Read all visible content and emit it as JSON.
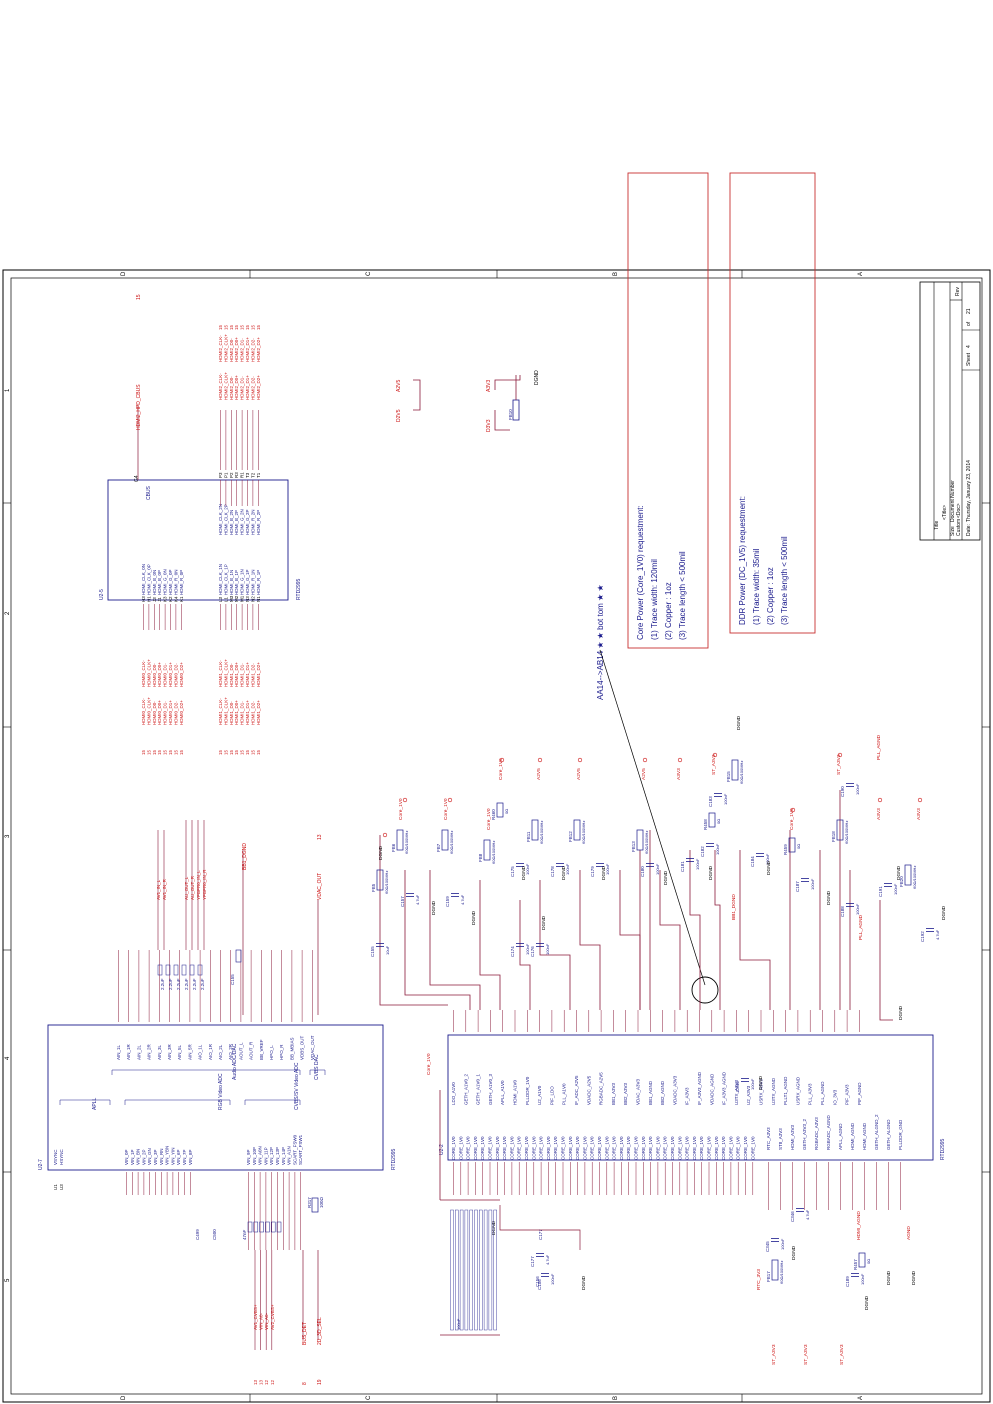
{
  "colors": {
    "frame": "#000000",
    "chip": "#1a1a8c",
    "net": "#cc1010",
    "wire": "#8b1a3a",
    "comp": "#1a1a8c",
    "note": "#c83030",
    "text": "#1a1a8c"
  },
  "border": {
    "zones_top": [
      "D",
      "C",
      "B",
      "A"
    ],
    "zones_bottom": [
      "D",
      "C",
      "B",
      "A"
    ],
    "zones_side": [
      "1",
      "2",
      "3",
      "4",
      "5"
    ]
  },
  "title_block": {
    "title_label": "Title",
    "title_value": "<Title>",
    "size_label": "Size",
    "size_value": "Custom",
    "docnum_label": "Document Number",
    "docnum_value": "<Doc>",
    "rev_label": "Rev",
    "date_label": "Date:",
    "date_value": "Thursday, January 23, 2014",
    "sheet_label": "Sheet",
    "sheet_num": "4",
    "of_label": "of",
    "sheet_total": "21"
  },
  "notes": {
    "core": {
      "heading": "Core Power (Core_1V0) requestment:",
      "items": [
        "(1) Trace width: 120mil",
        "(2) Copper : 1oz",
        "(3) Trace length < 500mil"
      ]
    },
    "ddr": {
      "heading": "DDR Power (DC_1V5) requestment:",
      "items": [
        "(1) Trace width: 35mil",
        "(2) Copper : 1oz",
        "(3) Trace length < 500mil"
      ]
    },
    "arrow": "AA14-->AB14 ★ ★ bot tom ★ ★"
  },
  "chips": {
    "u2_5": {
      "ref": "U2-5",
      "part": "RTD2995",
      "cbus_pin": "CBUS",
      "cbus_num": "G4",
      "left_pins": [
        "HDMI_CLK_0N",
        "HDMI_CLK_0P",
        "HDMI_B_0N",
        "HDMI_B_0P",
        "HDMI_G_0N",
        "HDMI_G_0P",
        "HDMI_R_0N",
        "HDMI_R_0P"
      ],
      "left_nums": [
        "H3",
        "H1",
        "J3",
        "J1",
        "K3",
        "K2",
        "K4",
        "K1"
      ],
      "left2_pins": [
        "HDMI_CLK_1N",
        "HDMI_CLK_1P",
        "HDMI_B_1N",
        "HDMI_B_1P",
        "HDMI_G_1N",
        "HDMI_G_1P",
        "HDMI_R_1N",
        "HDMI_R_1P"
      ],
      "left2_nums": [
        "L3",
        "L1",
        "M3",
        "M2",
        "M1",
        "N3",
        "N2",
        "N1"
      ],
      "right_pins": [
        "HDMI_CLK_2N",
        "HDMI_CLK_2P",
        "HDMI_B_2N",
        "HDMI_B_2P",
        "HDMI_G_2N",
        "HDMI_G_2P",
        "HDMI_R_2N",
        "HDMI_R_2P"
      ],
      "right_nums": [
        "P3",
        "P1",
        "P2",
        "R3",
        "R1",
        "T3",
        "T2",
        "T1"
      ]
    },
    "u2_7": {
      "ref": "U2-7",
      "part": "RTD2995",
      "group_apll": "APLL",
      "group_rgb": "RGB Video ADC",
      "group_cvbs": "CVBS/SV Video ADC",
      "group_audio": "Audio ADC/DAC",
      "group_cvbs_dac": "CVBS DAC",
      "sync_pins": [
        "VSYNC",
        "HSYNC"
      ],
      "sync_nums": [
        "U1",
        "U3"
      ],
      "vin_pins": [
        "VIN_0P",
        "VIN_1P",
        "VIN_BN",
        "VIN_2P",
        "VIN_GN",
        "VIN_3P",
        "VIN_RN",
        "VIN_YBN",
        "VIN_YIN",
        "VIN_6P",
        "VIN_7P",
        "VIN_8P"
      ],
      "cvbs_pins": [
        "VIN_9P",
        "VIN_10P",
        "VIN_A0N",
        "VIN_11P",
        "VIN_12P",
        "VIN_13P",
        "VIN_14P",
        "VIN_A1N",
        "SCART_FSW0",
        "SCART_FSW1"
      ],
      "audio_pins": [
        "AIN_1L",
        "AIN_1R",
        "AIN_2L",
        "AIN_2R",
        "AIN_3L",
        "AIN_3R",
        "AIN_5L",
        "AIN_5R",
        "AIO_1L",
        "AIO_1R",
        "AIO_2L",
        "AIO_2R",
        "AOUT_L",
        "AOUT_R",
        "BB_VREF",
        "HPO_L",
        "HPO_R",
        "BB_MBIAS",
        "VDBS_OUT",
        "VDAC_OUT"
      ]
    },
    "u2_2": {
      "ref": "U2-2",
      "part": "RTD2995",
      "top_pins": [
        "LDO_A1V0",
        "GETH_A1V0_2",
        "GETH_A1V0_1",
        "GETH_A1V0_3",
        "APLL_A1V0",
        "HDMI_A1V0",
        "PLLDDR_1V0",
        "U2_A1V0",
        "PIF_LDO",
        "PLL_A1V0",
        "IF_ADC_A2V5",
        "VDADC_A2V5",
        "RGBADC_A2V5",
        "BB1_A3V3",
        "BB2_A3V3",
        "VDAC_A3V3",
        "BB1_AGND",
        "BB2_AGND",
        "VDADC_A3V3",
        "IF_A3V3",
        "IF_A3V3_AGND",
        "VDADC_AGND",
        "IF_A3V3_AGND",
        "U3TX_A3V3",
        "U2_A3V3",
        "USRX_A3V3",
        "U3TX_AGND",
        "PLLT1_AGND",
        "USRX_AGND",
        "PLL_A3V3",
        "PLL_AGND",
        "IO_3V3",
        "PIF_A3V3",
        "PIF_AGND"
      ],
      "core_label": "CORE_1V0",
      "bottom_pins": [
        "RTC_A3V3",
        "ST8_A3V3",
        "HDMI_A3V3",
        "GETH_A3V3_2",
        "RGBADC_A3V3",
        "RGBADC_AGND",
        "APLL_AGND",
        "HDMI_AGND",
        "HDMI_AGND",
        "GETH_ALGND_2",
        "GETH_ALGND",
        "PLLDDR_GND"
      ]
    }
  },
  "nets": {
    "hdmi_top": [
      "HDMI2_HPD_CBUS"
    ],
    "hdmi2": [
      "HDMI2_CLK-",
      "HDMI2_CLK+",
      "HDMI2_D0-",
      "HDMI2_D0+",
      "HDMI2_D1-",
      "HDMI2_D1+",
      "HDMI2_D2-",
      "HDMI2_D2+"
    ],
    "hdmi0": [
      "HDMI0_CLK-",
      "HDMI0_CLK+",
      "HDMI0_D0-",
      "HDMI0_D0+",
      "HDMI0_D1-",
      "HDMI0_D1+",
      "HDMI0_D2-",
      "HDMI0_D2+"
    ],
    "hdmi1": [
      "HDMI1_CLK-",
      "HDMI1_CLK+",
      "HDMI1_D0-",
      "HDMI1_D0+",
      "HDMI1_D1-",
      "HDMI1_D1+",
      "HDMI1_D2-",
      "HDMI1_D2+"
    ],
    "audio_in": [
      "AV1_IN_L",
      "AV1_IN_R"
    ],
    "audio_out": [
      "AU_OUT_L",
      "AU_OUT_R",
      "YPBPR0_IN_L",
      "YPBPR0_IN_R"
    ],
    "av_in": [
      "AV1_CVBS+",
      "VIN_A0-",
      "VIN_A0-",
      "AV2_CVBS+"
    ],
    "misc_bottom": [
      "BUS_DET",
      "2D_3D_SEL"
    ],
    "misc_bottom_nums": [
      "8",
      "19"
    ],
    "bb1_dgnd": "BB1_DGND",
    "vdac_out": "VDAC_OUT",
    "vdac_num": "13",
    "sheet_refs": [
      "15",
      "15",
      "15",
      "15",
      "15",
      "15",
      "15",
      "15"
    ],
    "av_sheet_refs": [
      "13",
      "13",
      "12",
      "12"
    ],
    "power": {
      "core": "Core_1V0",
      "a2v5": "A2V5",
      "a3v3": "A3V3",
      "st_a3v3": "ST_A3V3",
      "d2v5": "D2V5",
      "d3v3": "D3V3",
      "rtc_3v3": "RTC_3V3",
      "dgnd": "DGND",
      "agnd": "AGND",
      "pll_agnd": "PLL_AGND",
      "hdmi_agnd": "HDMI_AGND",
      "bb1_dgnd": "BB1_DGND"
    }
  },
  "components": {
    "ferrites": [
      "FB5",
      "FB6",
      "FB7",
      "FB8",
      "FB9",
      "FB10",
      "FB11",
      "FB12",
      "FB13",
      "FB15",
      "FB17",
      "FB18",
      "FB20"
    ],
    "ferrite_value": "60Ω/100MHz",
    "caps": [
      "C155",
      "C156",
      "C157",
      "C158",
      "C159",
      "C172",
      "C174",
      "C175",
      "C176",
      "C177",
      "C178",
      "C179",
      "C180",
      "C181",
      "C182",
      "C183",
      "C184",
      "C185",
      "C186",
      "C187",
      "C188",
      "C189",
      "C190",
      "C191",
      "C192",
      "C344",
      "C345",
      "C346",
      "C499",
      "C500"
    ],
    "cap_values": [
      "10uF",
      "100nF",
      "4.7uF",
      "47nF",
      "2.2uF"
    ],
    "resistors": [
      "R317",
      "R457",
      "R458",
      "R459",
      "R460"
    ],
    "resistor_value": "0Ω",
    "r317_value": "100Ω"
  }
}
